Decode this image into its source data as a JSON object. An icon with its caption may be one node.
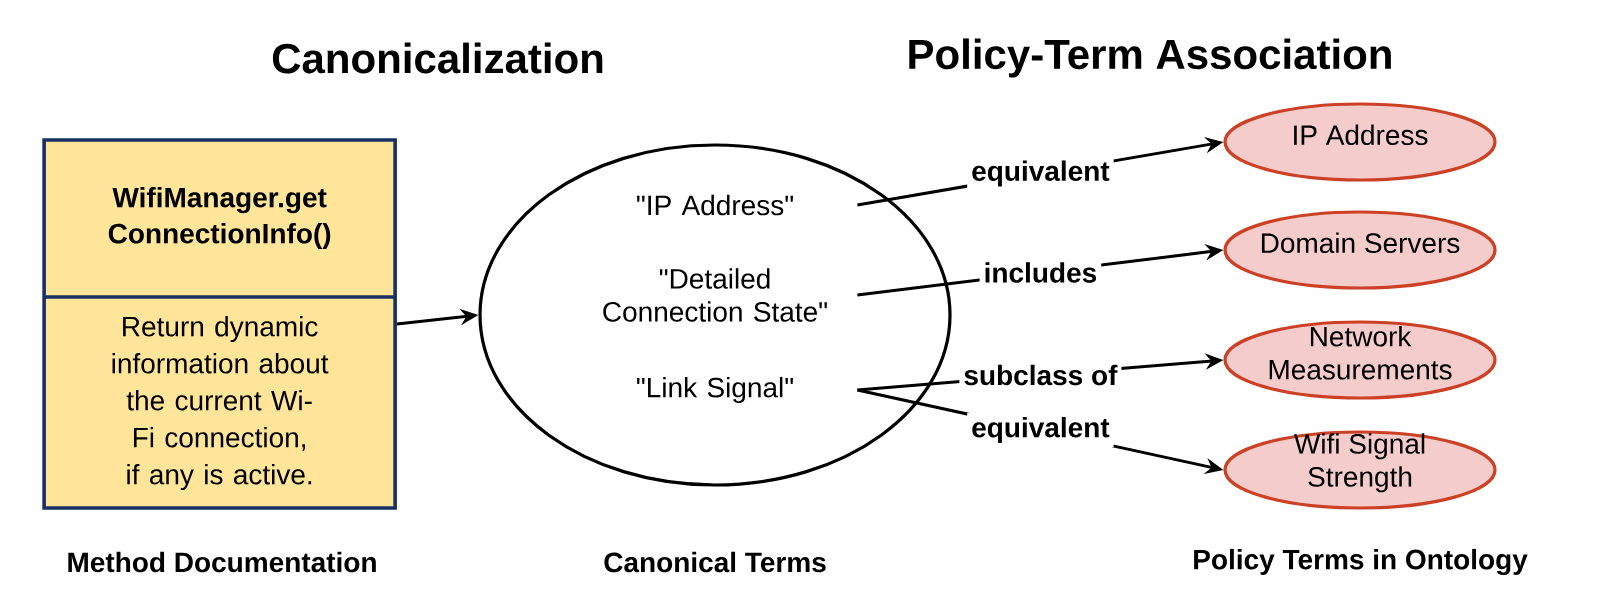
{
  "diagram": {
    "nodes": [
      {
        "text": [
          "WifiManager.get ConnectionInfo()",
          "Return dynamic information about the current Wi-Fi connection, if any is active."
        ],
        "beside": [
          "Method Documentation"
        ]
      },
      {
        "text": [],
        "shape": "circle",
        "beside": [
          "Canonical Terms"
        ]
      },
      {
        "text": [
          "\"IP Address\""
        ],
        "in": 1
      },
      {
        "text": [
          "\"Detailed Connection State\""
        ],
        "in": 1
      },
      {
        "text": [
          "\"Link Signal\""
        ],
        "in": 1
      },
      {
        "text": [
          "IP Address"
        ]
      },
      {
        "text": [
          "Domain Servers"
        ]
      },
      {
        "text": [
          "Network Measurements"
        ]
      },
      {
        "text": [
          "Wifi Signal Strength"
        ]
      }
    ],
    "edges": [
      {
        "from": 0,
        "to": 1,
        "arrow": "to"
      },
      {
        "from": 2,
        "to": 5,
        "arrow": "to",
        "label": "equivalent"
      },
      {
        "from": 3,
        "to": 6,
        "arrow": "to",
        "label": "includes"
      },
      {
        "from": 4,
        "to": 7,
        "arrow": "to",
        "label": "subclass of"
      },
      {
        "from": 4,
        "to": 8,
        "arrow": "to",
        "label": "equivalent"
      }
    ],
    "labels": [
      "Canonicalization",
      "Policy-Term Association",
      "Policy Terms in Ontology"
    ]
  }
}
